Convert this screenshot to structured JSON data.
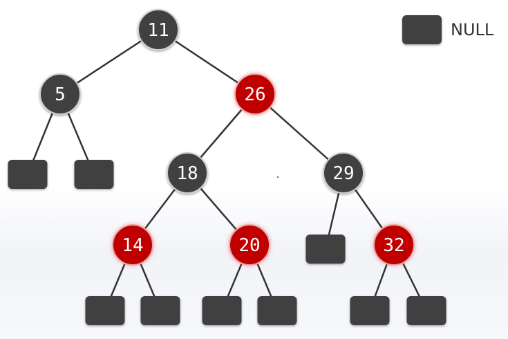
{
  "diagram": {
    "colors": {
      "black": "#3f3f3f",
      "red": "#c00000",
      "null_leaf": "#3f3f3f",
      "edge": "#333333"
    },
    "legend": {
      "label": "NULL",
      "swatch": "null-leaf"
    },
    "nodes": [
      {
        "id": "n11",
        "key": "11",
        "color": "black"
      },
      {
        "id": "n5",
        "key": "5",
        "color": "black"
      },
      {
        "id": "n26",
        "key": "26",
        "color": "red"
      },
      {
        "id": "n18",
        "key": "18",
        "color": "black"
      },
      {
        "id": "n29",
        "key": "29",
        "color": "black"
      },
      {
        "id": "n14",
        "key": "14",
        "color": "red"
      },
      {
        "id": "n20",
        "key": "20",
        "color": "red"
      },
      {
        "id": "n32",
        "key": "32",
        "color": "red"
      }
    ],
    "null_leaves": [
      "L5a",
      "L5b",
      "L29a",
      "L14a",
      "L14b",
      "L20a",
      "L20b",
      "L32a",
      "L32b"
    ],
    "edges": [
      [
        "n11",
        "n5"
      ],
      [
        "n11",
        "n26"
      ],
      [
        "n5",
        "L5a"
      ],
      [
        "n5",
        "L5b"
      ],
      [
        "n26",
        "n18"
      ],
      [
        "n26",
        "n29"
      ],
      [
        "n18",
        "n14"
      ],
      [
        "n18",
        "n20"
      ],
      [
        "n29",
        "L29a"
      ],
      [
        "n29",
        "n32"
      ],
      [
        "n14",
        "L14a"
      ],
      [
        "n14",
        "L14b"
      ],
      [
        "n20",
        "L20a"
      ],
      [
        "n20",
        "L20b"
      ],
      [
        "n32",
        "L32a"
      ],
      [
        "n32",
        "L32b"
      ]
    ]
  }
}
